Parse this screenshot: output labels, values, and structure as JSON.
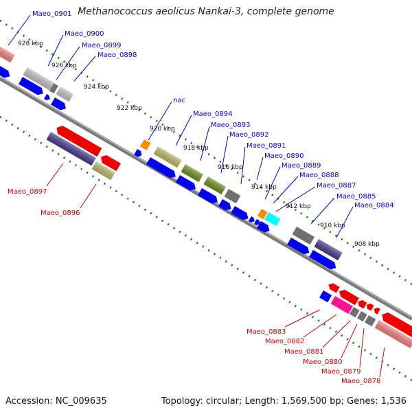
{
  "title": "Methanococcus aeolicus Nankai-3, complete genome",
  "footer": {
    "accession": "Accession: NC_009635",
    "summary": "Topology: circular; Length: 1,569,500 bp; Genes: 1,536"
  },
  "colors": {
    "backbone": "#808080",
    "ticks": "#1a7a1a",
    "forward_label": "#0000cc",
    "reverse_label": "#cc0000",
    "blue": "#0000ee",
    "red": "#ee0000",
    "gray": "#707070",
    "light_gray": "#c0c0c0",
    "olive": "#6b8e23",
    "khaki": "#bdb76b",
    "navy": "#483d8b",
    "orange": "#ff8c00",
    "cyan": "#00ffff",
    "pink": "#ff1493",
    "salmon": "#f08080"
  },
  "scale": {
    "unit": "kbp",
    "ticks": [
      {
        "kbp": 928,
        "label": "928 kbp"
      },
      {
        "kbp": 926,
        "label": "926 kbp"
      },
      {
        "kbp": 924,
        "label": "924 kbp"
      },
      {
        "kbp": 922,
        "label": "922 kbp"
      },
      {
        "kbp": 920,
        "label": "920 kbp"
      },
      {
        "kbp": 918,
        "label": "918 kbp"
      },
      {
        "kbp": 916,
        "label": "916 kbp"
      },
      {
        "kbp": 914,
        "label": "914 kbp"
      },
      {
        "kbp": 912,
        "label": "912 kbp"
      },
      {
        "kbp": 910,
        "label": "910 kbp"
      },
      {
        "kbp": 908,
        "label": "908 kbp"
      }
    ]
  },
  "labels": {
    "forward": [
      "Maeo_0901",
      "Maeo_0900",
      "Maeo_0899",
      "Maeo_0898",
      "nac",
      "Maeo_0894",
      "Maeo_0893",
      "Maeo_0892",
      "Maeo_0891",
      "Maeo_0890",
      "Maeo_0889",
      "Maeo_0888",
      "Maeo_0887",
      "Maeo_0885",
      "Maeo_0884"
    ],
    "reverse": [
      "Maeo_0897",
      "Maeo_0896",
      "Maeo_0883",
      "Maeo_0882",
      "Maeo_0881",
      "Maeo_0880",
      "Maeo_0879",
      "Maeo_0878"
    ]
  }
}
